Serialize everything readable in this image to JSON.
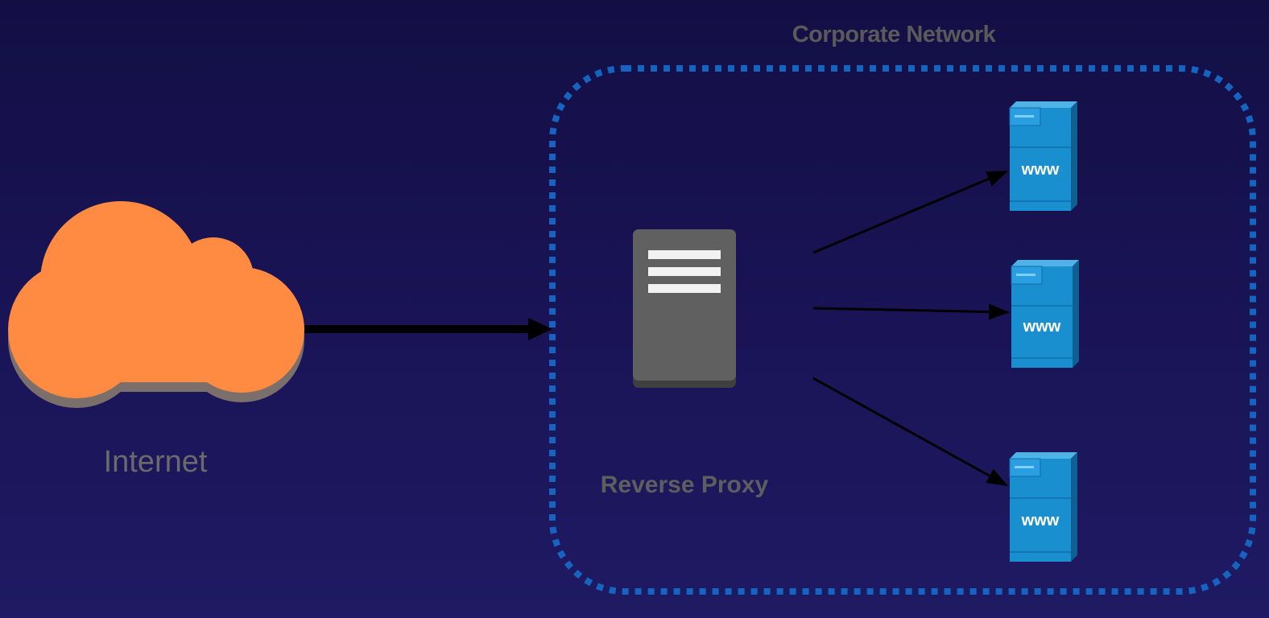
{
  "nodes": {
    "internet": {
      "label": "Internet",
      "icon": "cloud-icon",
      "color": "#ff8a42"
    },
    "proxy": {
      "label": "Reverse Proxy",
      "icon": "server-icon",
      "color": "#5f5f5f"
    },
    "servers": [
      {
        "label": "www",
        "icon": "web-server-icon"
      },
      {
        "label": "www",
        "icon": "web-server-icon"
      },
      {
        "label": "www",
        "icon": "web-server-icon"
      }
    ]
  },
  "group": {
    "label": "Corporate Network",
    "border_color": "#1565c0"
  },
  "colors": {
    "background": "#1a1457",
    "server_blue": "#1a8fd0",
    "arrow": "#000000",
    "label_gray": "#6a6a6a"
  }
}
